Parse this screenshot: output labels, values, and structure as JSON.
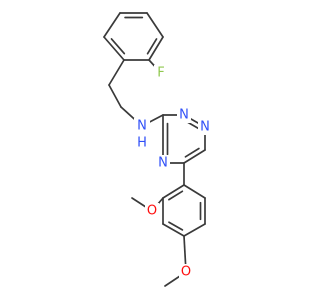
{
  "molecule": {
    "atoms": [
      {
        "id": "F",
        "label": "F",
        "color": "#90c850"
      },
      {
        "id": "NH",
        "label": "N",
        "sub": "H",
        "color": "#3050f8"
      },
      {
        "id": "N1",
        "label": "N",
        "color": "#3050f8"
      },
      {
        "id": "N2",
        "label": "N",
        "color": "#3050f8"
      },
      {
        "id": "N4",
        "label": "N",
        "color": "#3050f8"
      },
      {
        "id": "O1",
        "label": "O",
        "color": "#ff0d0d"
      },
      {
        "id": "O2",
        "label": "O",
        "color": "#ff0d0d"
      }
    ],
    "bond_color": "#3a3a3a"
  }
}
